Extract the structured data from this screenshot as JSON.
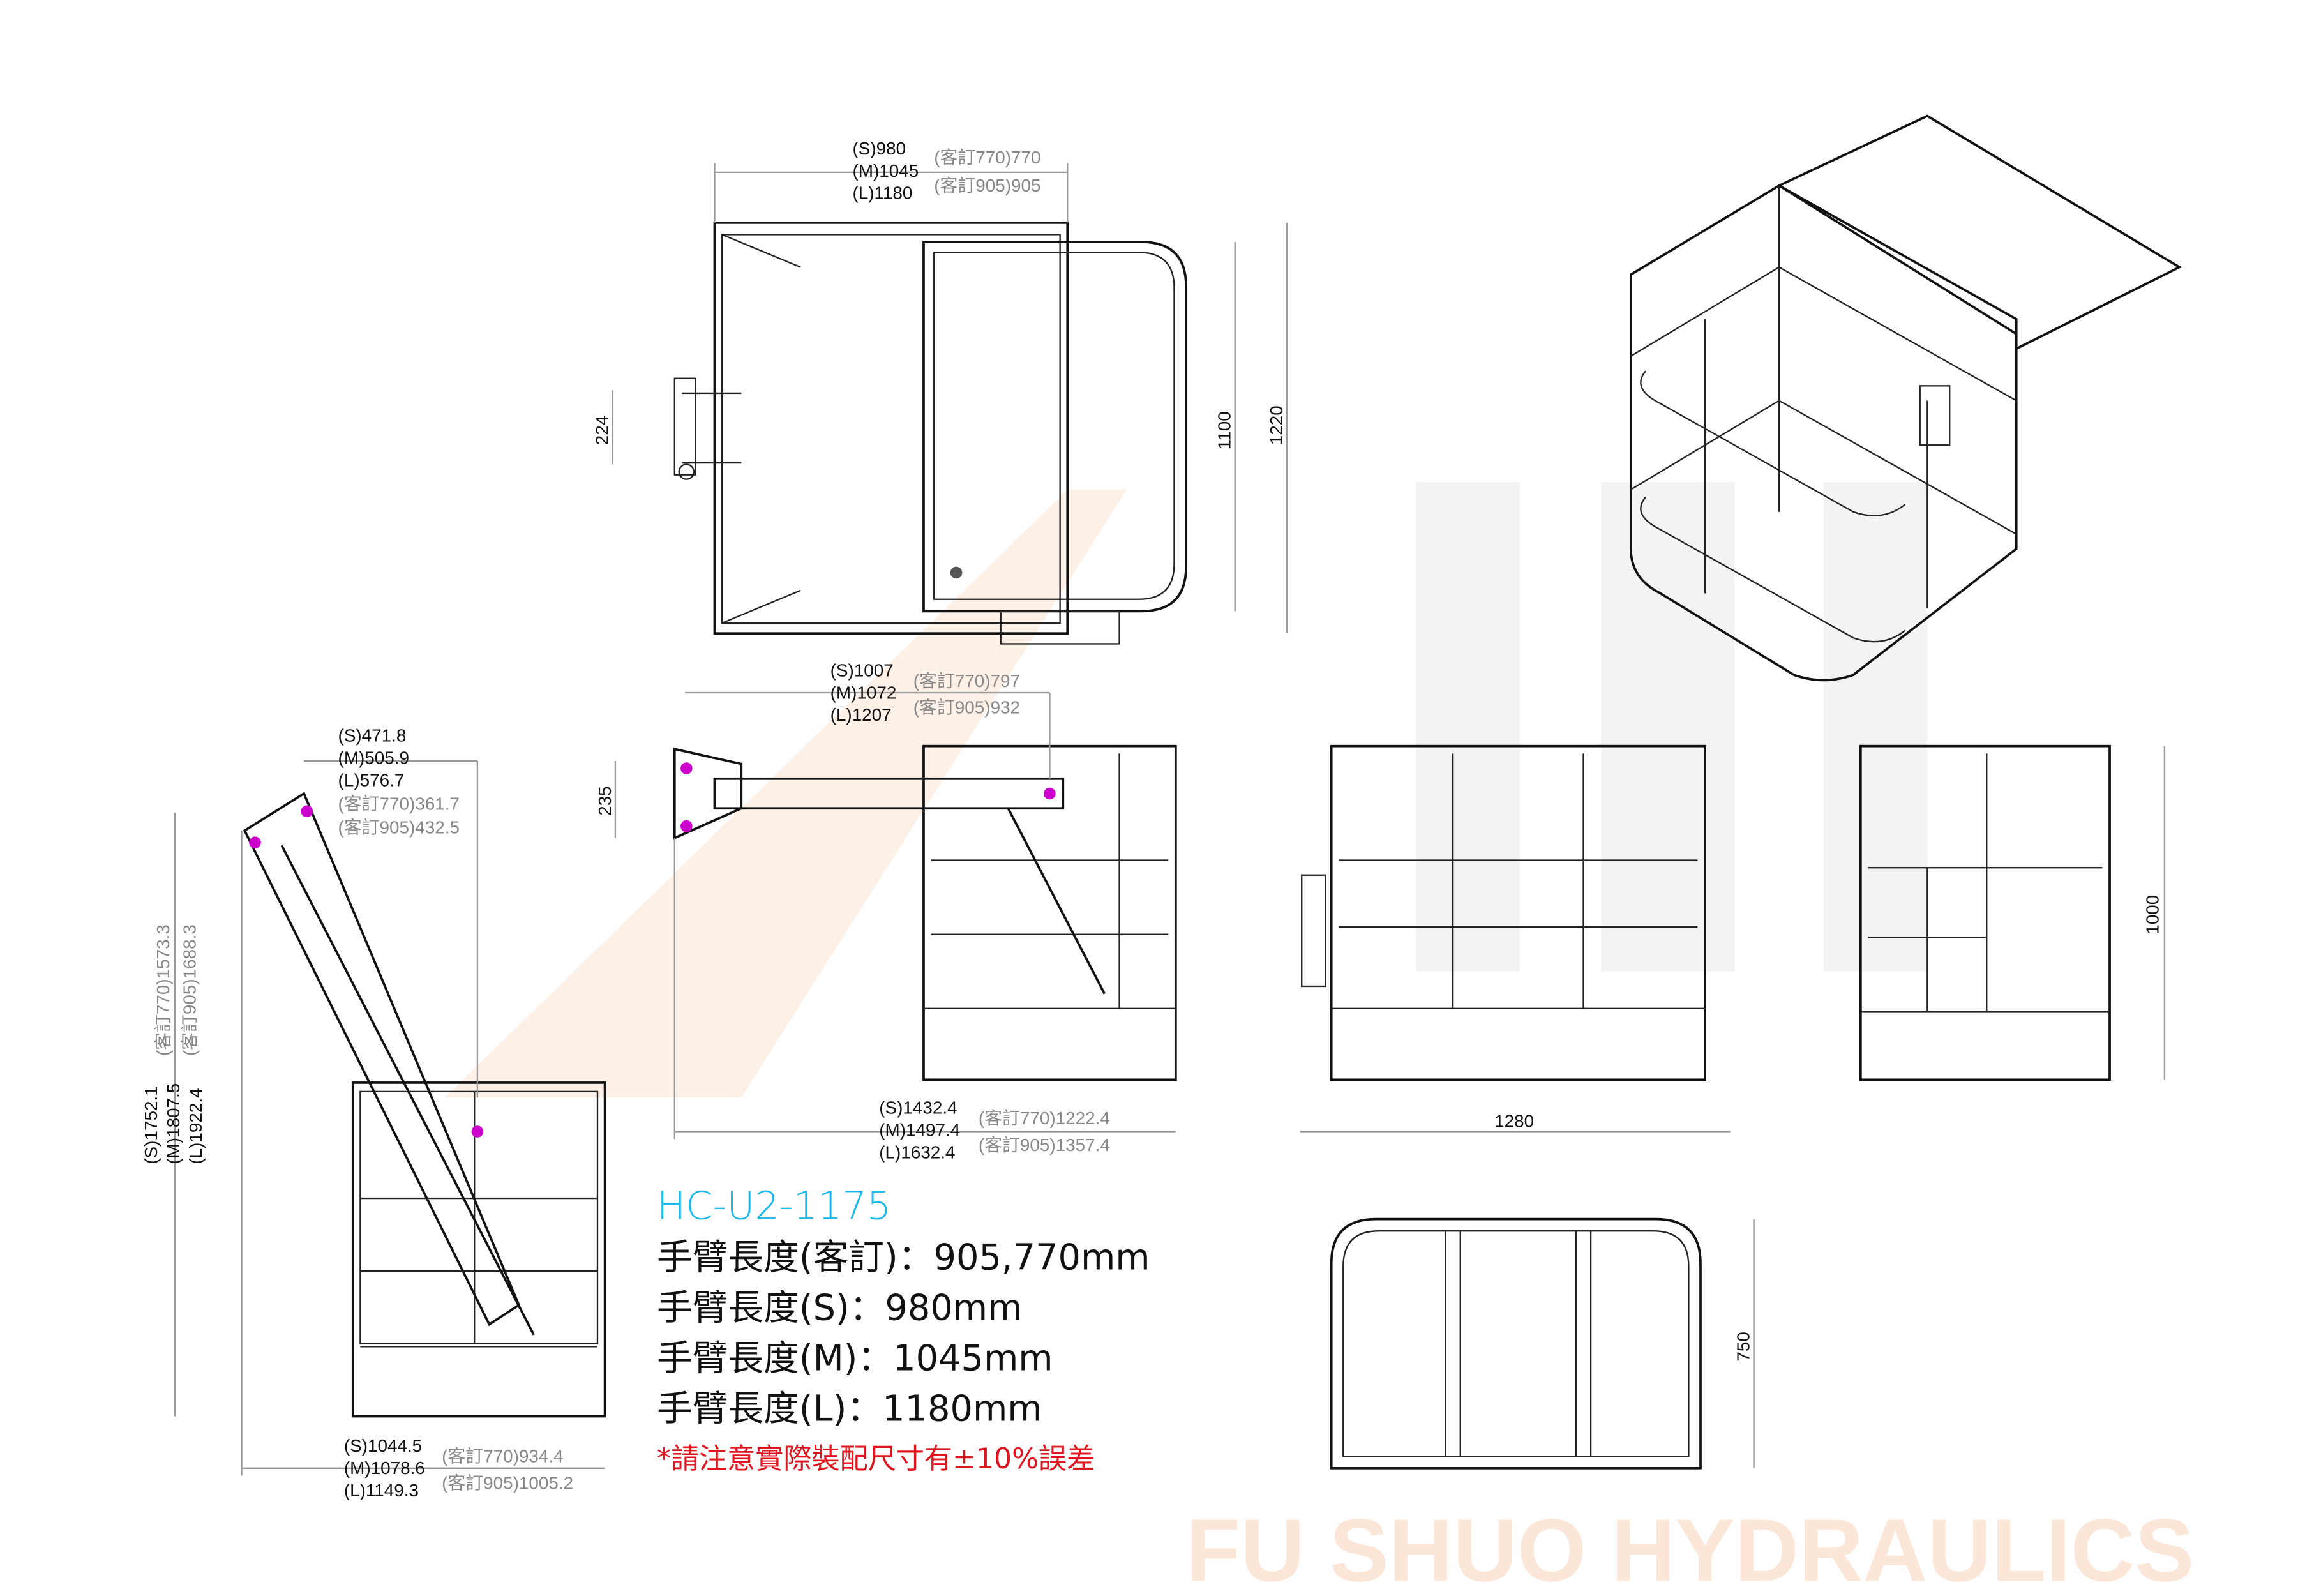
{
  "watermark": {
    "text": "FU SHUO HYDRAULICS",
    "color": "#fbe6d8"
  },
  "top_view": {
    "width_dim": {
      "s": "(S)980",
      "m": "(M)1045",
      "l": "(L)1180",
      "c770": "(客訂770)770",
      "c905": "(客訂905)905"
    },
    "dim_224": "224",
    "dim_1100": "1100",
    "dim_1220": "1220"
  },
  "side_arm_view": {
    "top_dim": {
      "s": "(S)471.8",
      "m": "(M)505.9",
      "l": "(L)576.7",
      "c770": "(客訂770)361.7",
      "c905": "(客訂905)432.5"
    },
    "height_dim": {
      "s": "(S)1752.1",
      "m": "(M)1807.5",
      "l": "(L)1922.4",
      "c770": "(客訂770)1573.3",
      "c905": "(客訂905)1688.3"
    },
    "bottom_dim": {
      "s": "(S)1044.5",
      "m": "(M)1078.6",
      "l": "(L)1149.3",
      "c770": "(客訂770)934.4",
      "c905": "(客訂905)1005.2"
    }
  },
  "front_arm_view": {
    "top_dim": {
      "s": "(S)1007",
      "m": "(M)1072",
      "l": "(L)1207",
      "c770": "(客訂770)797",
      "c905": "(客訂905)932"
    },
    "dim_235": "235",
    "bottom_dim": {
      "s": "(S)1432.4",
      "m": "(M)1497.4",
      "l": "(L)1632.4",
      "c770": "(客訂770)1222.4",
      "c905": "(客訂905)1357.4"
    }
  },
  "front_view": {
    "dim_1280": "1280"
  },
  "right_view": {
    "dim_1000": "1000"
  },
  "plan_view": {
    "dim_750": "750"
  },
  "specs": {
    "model": "HC-U2-1175",
    "lines": [
      "手臂長度(客訂)：905,770mm",
      "手臂長度(S)：980mm",
      "手臂長度(M)：1045mm",
      "手臂長度(L)：1180mm"
    ],
    "warning": "*請注意實際裝配尺寸有±10%誤差"
  },
  "colors": {
    "model": "#1ab8ea",
    "warning": "#e0141e",
    "dimension": "#999999",
    "pivot": "#cc00cc"
  }
}
